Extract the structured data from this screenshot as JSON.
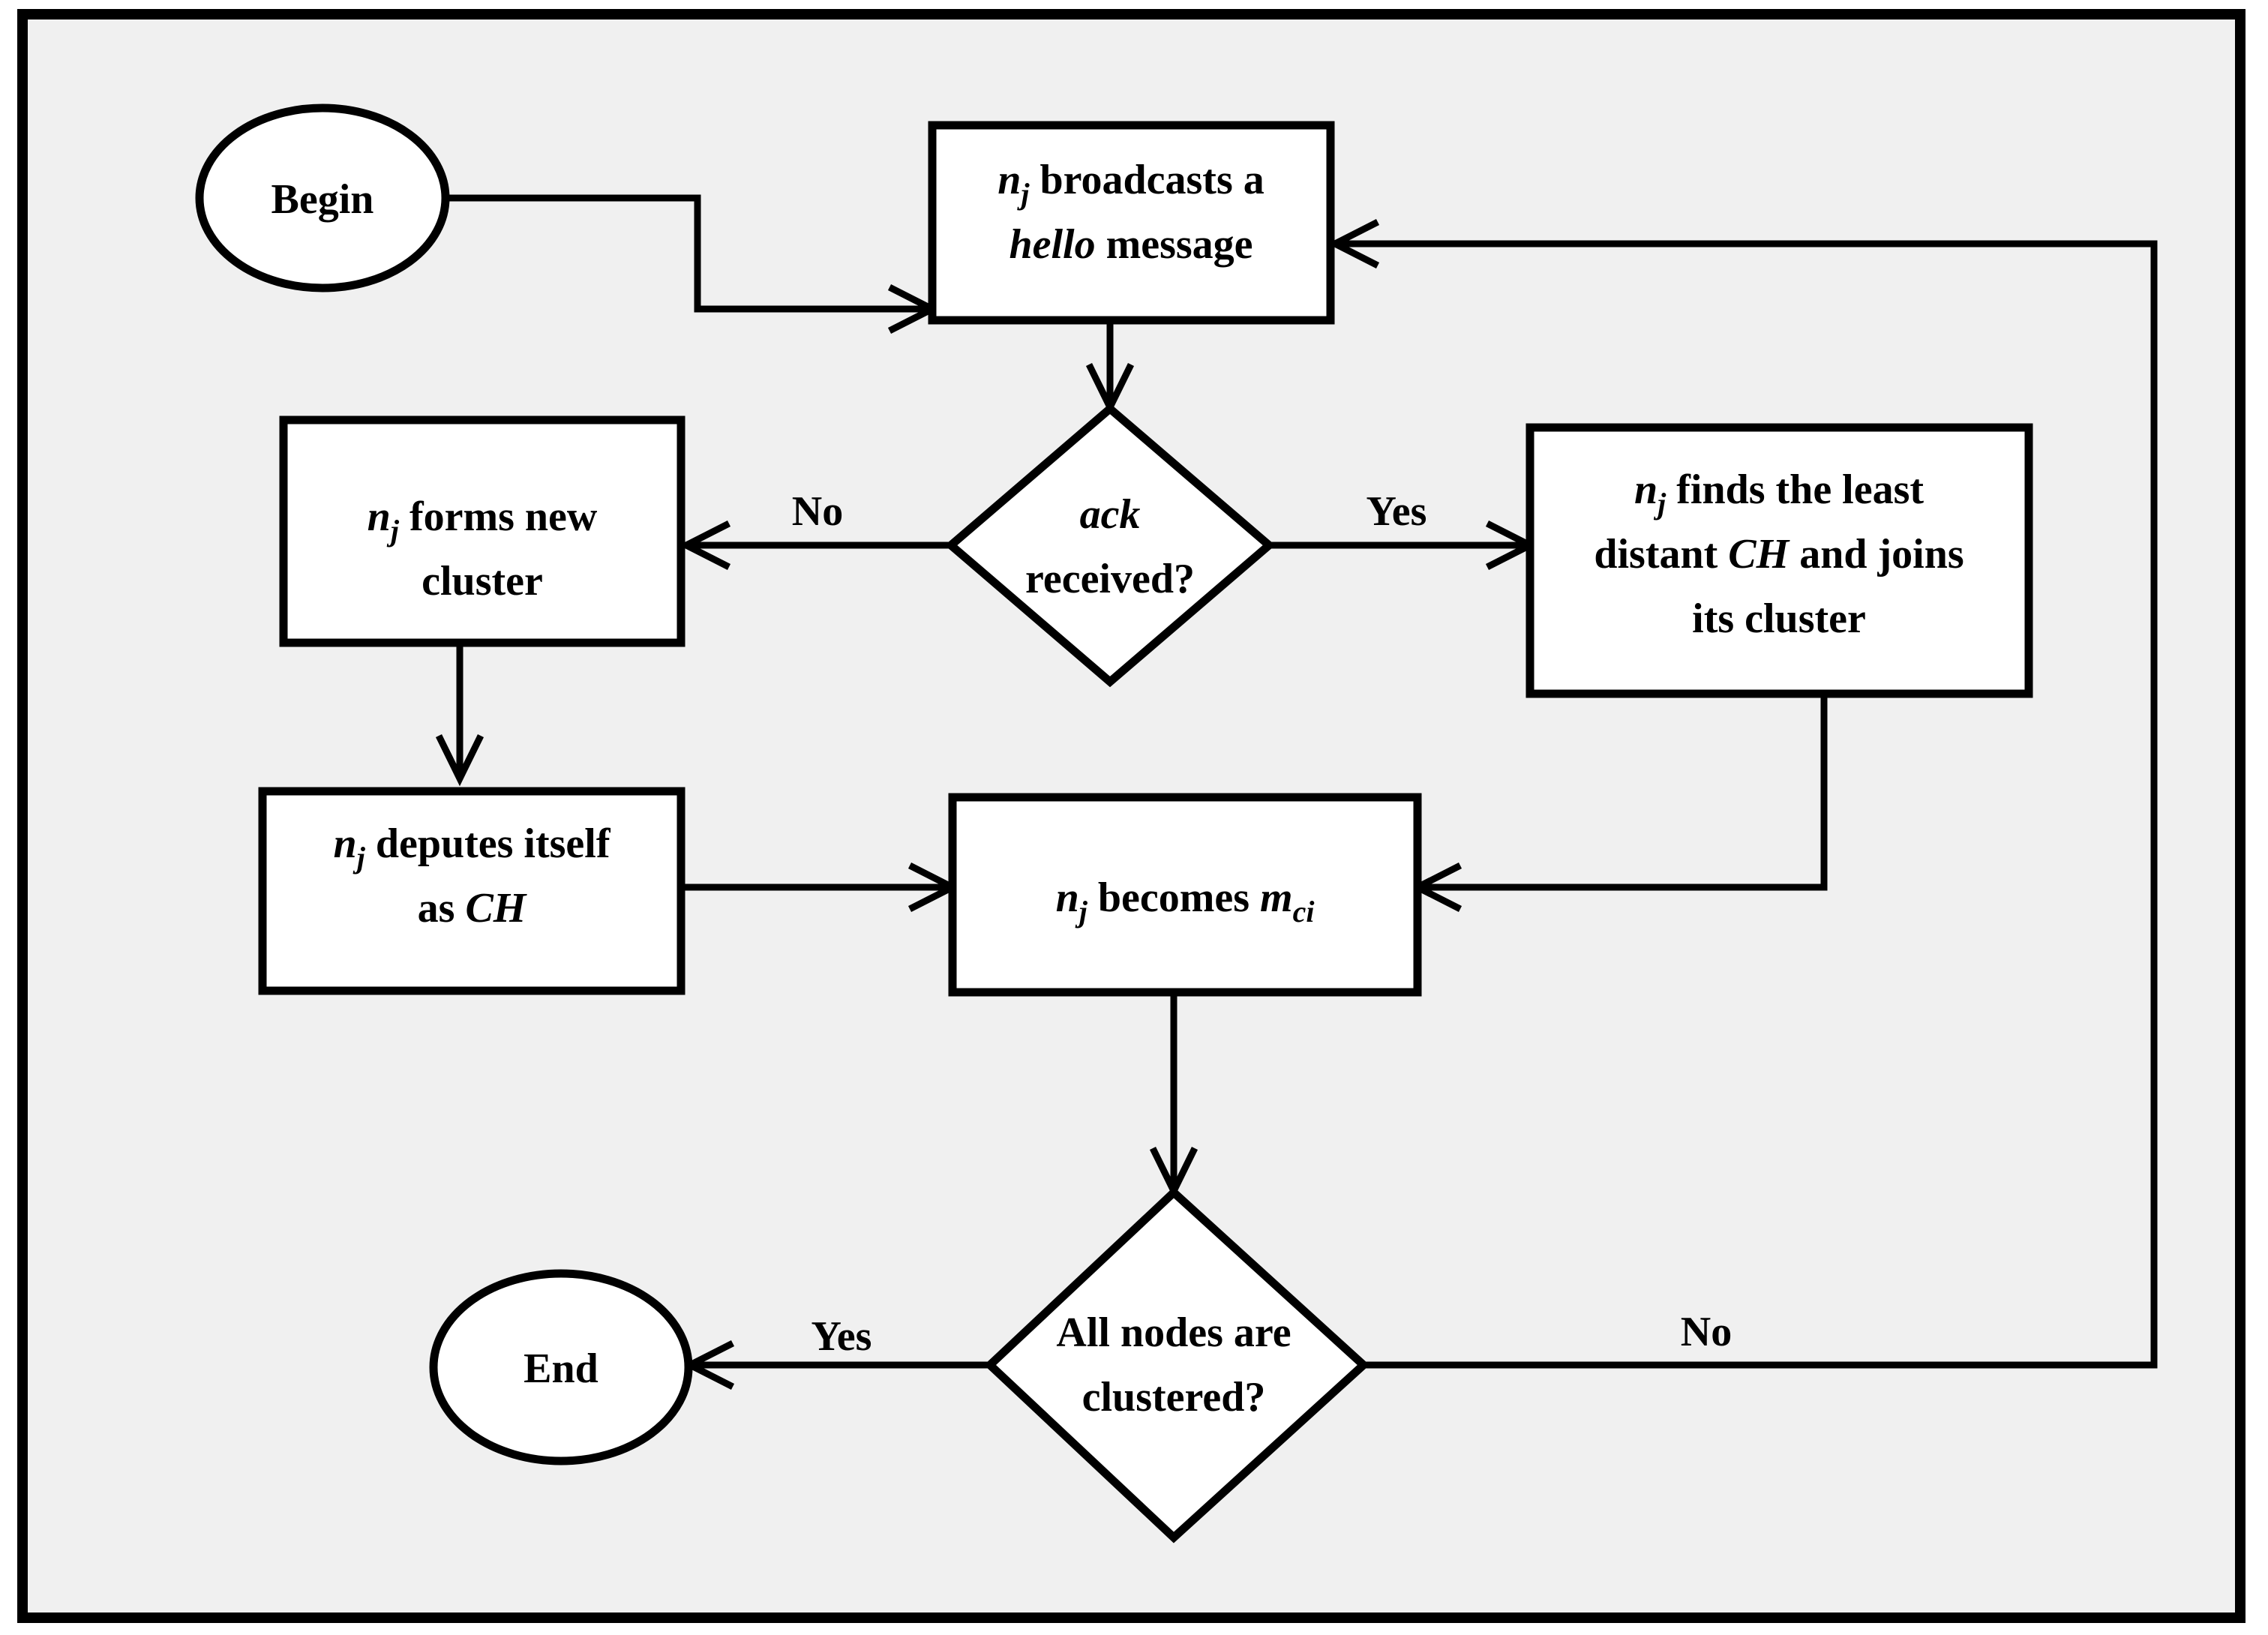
{
  "diagram": {
    "type": "flowchart",
    "title": "",
    "background_color": "#f0f0f0",
    "frame_color": "#000000",
    "shape_fill": "#ffffff",
    "nodes": [
      {
        "id": "begin",
        "shape": "oval",
        "label": "Begin"
      },
      {
        "id": "broadcast",
        "shape": "process",
        "label": "nj broadcasts a hello message",
        "line1_pre": "",
        "line1_var": "n",
        "line1_sub": "j",
        "line1_post": " broadcasts a",
        "line2_em": "hello",
        "line2_post": " message"
      },
      {
        "id": "ack",
        "shape": "decision",
        "label": "ack received?",
        "line1_em": "ack",
        "line2": "received?"
      },
      {
        "id": "formnew",
        "shape": "process",
        "label": "nj forms new cluster",
        "line1_var": "n",
        "line1_sub": "j",
        "line1_post": " forms new",
        "line2": "cluster"
      },
      {
        "id": "findch",
        "shape": "process",
        "label": "nj finds the least distant CH and joins its cluster",
        "line1_var": "n",
        "line1_sub": "j",
        "line1_post": " finds the least",
        "line2_pre": "distant ",
        "line2_em": "CH",
        "line2_post": " and joins",
        "line3": "its cluster"
      },
      {
        "id": "depute",
        "shape": "process",
        "label": "nj deputes itself as CH",
        "line1_var": "n",
        "line1_sub": "j",
        "line1_post": " deputes itself",
        "line2_pre": "as ",
        "line2_em": "CH"
      },
      {
        "id": "becomes",
        "shape": "process",
        "label": "nj becomes mci",
        "line1_var": "n",
        "line1_sub": "j",
        "line1_mid": " becomes ",
        "line1_var2": "m",
        "line1_sub2": "ci"
      },
      {
        "id": "allnodes",
        "shape": "decision",
        "label": "All nodes are clustered?",
        "line1": "All nodes are",
        "line2": "clustered?"
      },
      {
        "id": "end",
        "shape": "oval",
        "label": "End"
      }
    ],
    "edge_labels": {
      "ack_no": "No",
      "ack_yes": "Yes",
      "clustered_yes": "Yes",
      "clustered_no": "No"
    },
    "edges": [
      {
        "from": "begin",
        "to": "broadcast",
        "label": ""
      },
      {
        "from": "broadcast",
        "to": "ack",
        "label": ""
      },
      {
        "from": "ack",
        "to": "formnew",
        "label": "No"
      },
      {
        "from": "ack",
        "to": "findch",
        "label": "Yes"
      },
      {
        "from": "formnew",
        "to": "depute",
        "label": ""
      },
      {
        "from": "depute",
        "to": "becomes",
        "label": ""
      },
      {
        "from": "findch",
        "to": "becomes",
        "label": ""
      },
      {
        "from": "becomes",
        "to": "allnodes",
        "label": ""
      },
      {
        "from": "allnodes",
        "to": "end",
        "label": "Yes"
      },
      {
        "from": "allnodes",
        "to": "broadcast",
        "label": "No"
      }
    ]
  }
}
